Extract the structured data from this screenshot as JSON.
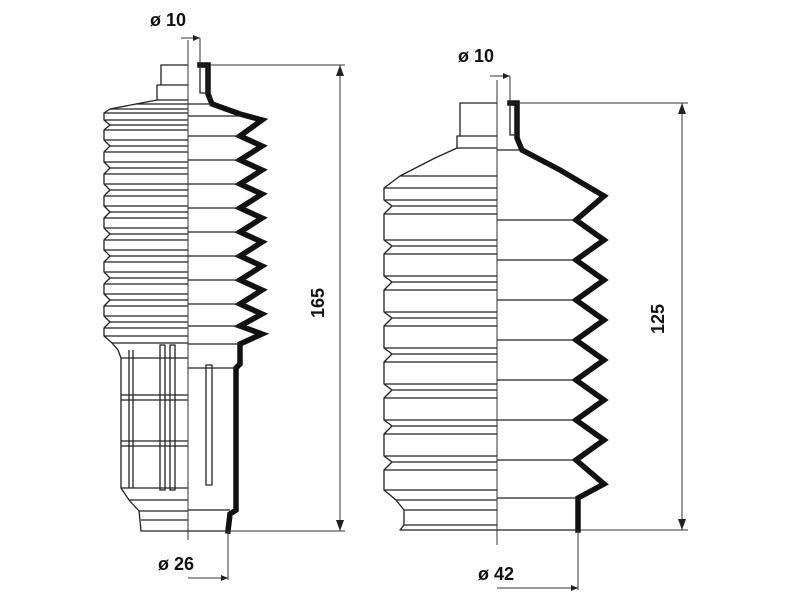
{
  "figure": {
    "boot_small": {
      "top_diameter": "ø 10",
      "bottom_diameter": "ø 26",
      "length": "165"
    },
    "boot_large": {
      "top_diameter": "ø 10",
      "bottom_diameter": "ø 42",
      "length": "125"
    }
  },
  "colors": {
    "line": "#222222",
    "thick_line": "#111111",
    "background": "#ffffff"
  }
}
